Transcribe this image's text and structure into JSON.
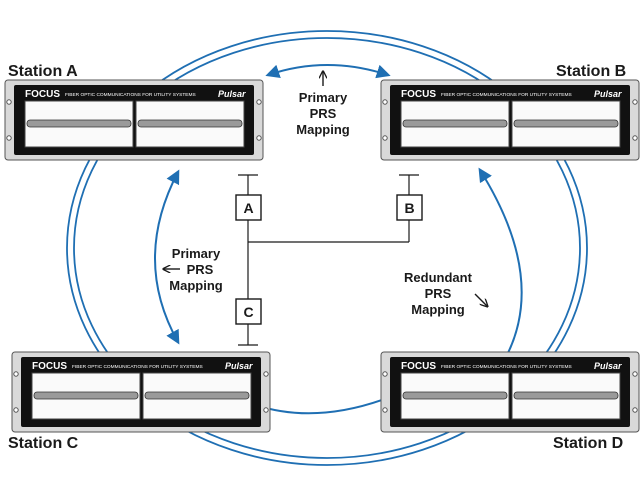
{
  "stations": {
    "a": {
      "name": "Station A"
    },
    "b": {
      "name": "Station B"
    },
    "c": {
      "name": "Station C"
    },
    "d": {
      "name": "Station D"
    }
  },
  "device": {
    "brand": "FOCUS",
    "tagline": "FIBER OPTIC COMMUNICATIONS FOR UTILITY SYSTEMS",
    "logo": "Pulsar"
  },
  "mappings": {
    "top": {
      "line1": "Primary",
      "line2": "PRS",
      "line3": "Mapping"
    },
    "left": {
      "line1": "Primary",
      "line2": "PRS",
      "line3": "Mapping"
    },
    "right": {
      "line1": "Redundant",
      "line2": "PRS",
      "line3": "Mapping"
    }
  },
  "bus_nodes": {
    "a": "A",
    "b": "B",
    "c": "C"
  },
  "colors": {
    "ring": "#1f6fb3",
    "panel": "#111111",
    "text": "#1a1a1a",
    "rack": "#d9d9d9"
  }
}
